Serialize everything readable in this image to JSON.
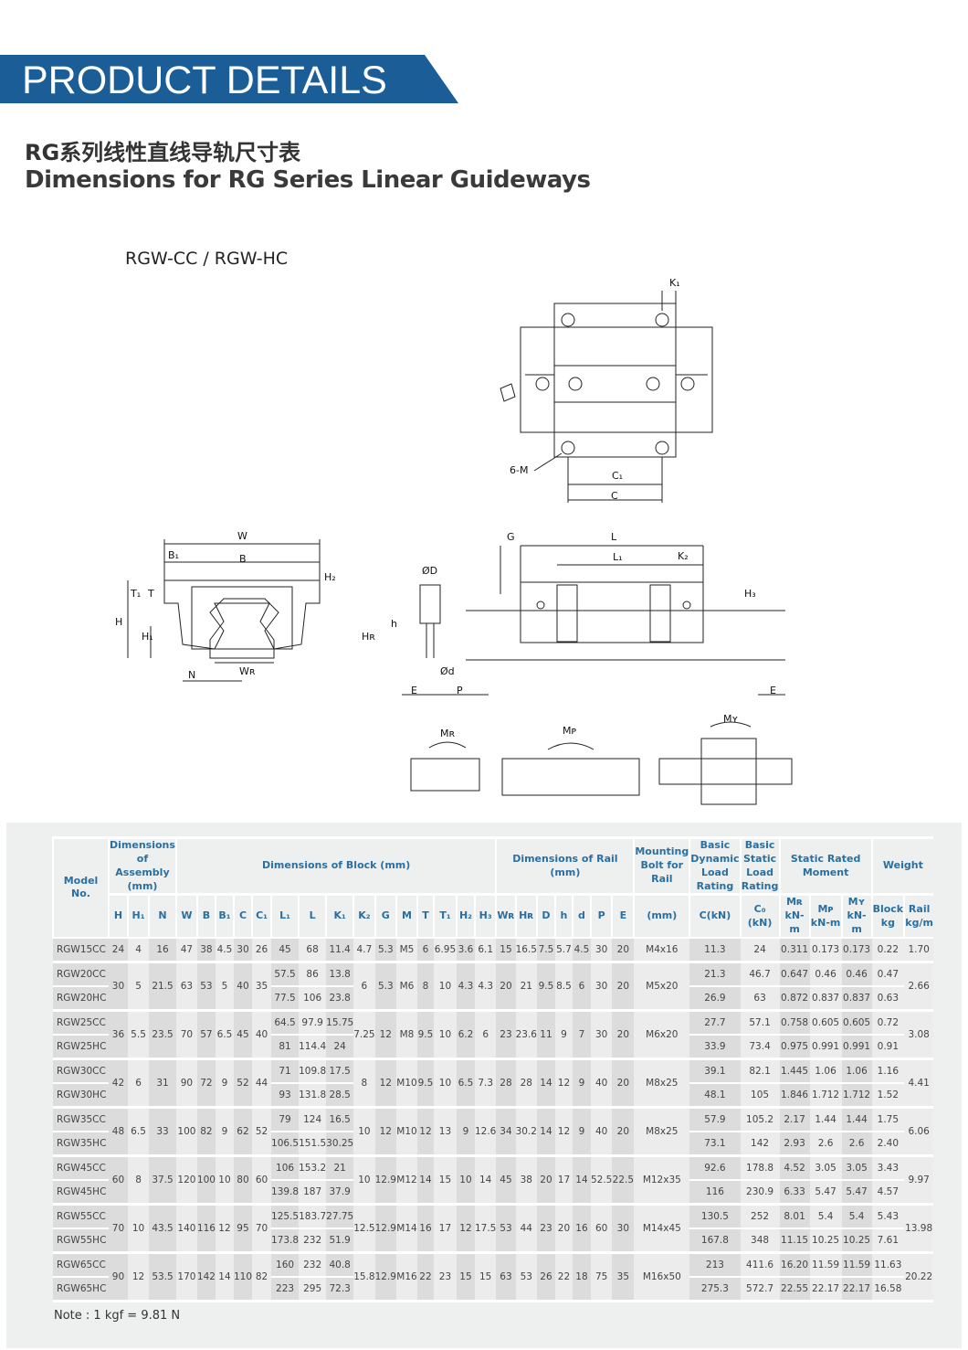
{
  "banner": {
    "title": "PRODUCT DETAILS",
    "color": "#1b5d97"
  },
  "heading": {
    "cn": "RG系列线性直线导轨尺寸表",
    "en": "Dimensions for RG Series Linear Guideways"
  },
  "model_label": "RGW-CC / RGW-HC",
  "diagram_labels": {
    "K1": "K₁",
    "six_m": "6-M",
    "C1": "C₁",
    "C": "C",
    "W": "W",
    "B1": "B₁",
    "B": "B",
    "T1": "T₁",
    "T": "T",
    "H2": "H₂",
    "H": "H",
    "H1": "H₁",
    "N": "N",
    "WR": "Wʀ",
    "OD": "ØD",
    "h": "h",
    "HR": "Hʀ",
    "Od": "Ød",
    "E": "E",
    "P": "P",
    "G": "G",
    "L": "L",
    "L1": "L₁",
    "K2": "K₂",
    "H3": "H₃",
    "MR": "Mʀ",
    "MP": "Mᴘ",
    "MY": "Mʏ"
  },
  "table": {
    "group_headers": {
      "model": "Model No.",
      "assembly": "Dimensions of Assembly (mm)",
      "block": "Dimensions of Block (mm)",
      "rail": "Dimensions of Rail (mm)",
      "bolt": "Mounting Bolt for Rail",
      "dynamic": "Basic Dynamic Load Rating",
      "static": "Basic Static Load Rating",
      "moment": "Static Rated Moment",
      "weight": "Weight"
    },
    "sub_headers": {
      "assembly": [
        "H",
        "H₁",
        "N"
      ],
      "block": [
        "W",
        "B",
        "B₁",
        "C",
        "C₁",
        "L₁",
        "L",
        "K₁",
        "K₂",
        "G",
        "M",
        "T",
        "T₁",
        "H₂",
        "H₃"
      ],
      "rail": [
        "Wʀ",
        "Hʀ",
        "D",
        "h",
        "d",
        "P",
        "E"
      ],
      "bolt": "(mm)",
      "dynamic": "C(kN)",
      "static": "C₀ (kN)",
      "moment_names": [
        "Mʀ",
        "Mᴘ",
        "Mʏ"
      ],
      "moment_units": [
        "kN-m",
        "kN-m",
        "kN-m"
      ],
      "weight_names": [
        "Block",
        "Rail"
      ],
      "weight_units": [
        "kg",
        "kg/m"
      ]
    },
    "groups": [
      {
        "shared": {
          "pre": [
            "24",
            "4",
            "16",
            "47",
            "38",
            "4.5",
            "30",
            "26"
          ],
          "mid": [
            "4.7",
            "5.3",
            "M5",
            "6",
            "6.95",
            "3.6",
            "6.1",
            "15",
            "16.5",
            "7.5",
            "5.7",
            "4.5",
            "30",
            "20",
            "M4x16"
          ],
          "rail": "1.70"
        },
        "variants": [
          {
            "model": "RGW15CC",
            "dims": [
              "45",
              "68",
              "11.4"
            ],
            "loads": [
              "11.3",
              "24",
              "0.311",
              "0.173",
              "0.173",
              "0.22"
            ]
          }
        ]
      },
      {
        "shared": {
          "pre": [
            "30",
            "5",
            "21.5",
            "63",
            "53",
            "5",
            "40",
            "35"
          ],
          "mid": [
            "6",
            "5.3",
            "M6",
            "8",
            "10",
            "4.3",
            "4.3",
            "20",
            "21",
            "9.5",
            "8.5",
            "6",
            "30",
            "20",
            "M5x20"
          ],
          "rail": "2.66"
        },
        "variants": [
          {
            "model": "RGW20CC",
            "dims": [
              "57.5",
              "86",
              "13.8"
            ],
            "loads": [
              "21.3",
              "46.7",
              "0.647",
              "0.46",
              "0.46",
              "0.47"
            ]
          },
          {
            "model": "RGW20HC",
            "dims": [
              "77.5",
              "106",
              "23.8"
            ],
            "loads": [
              "26.9",
              "63",
              "0.872",
              "0.837",
              "0.837",
              "0.63"
            ]
          }
        ]
      },
      {
        "shared": {
          "pre": [
            "36",
            "5.5",
            "23.5",
            "70",
            "57",
            "6.5",
            "45",
            "40"
          ],
          "mid": [
            "7.25",
            "12",
            "M8",
            "9.5",
            "10",
            "6.2",
            "6",
            "23",
            "23.6",
            "11",
            "9",
            "7",
            "30",
            "20",
            "M6x20"
          ],
          "rail": "3.08"
        },
        "variants": [
          {
            "model": "RGW25CC",
            "dims": [
              "64.5",
              "97.9",
              "15.75"
            ],
            "loads": [
              "27.7",
              "57.1",
              "0.758",
              "0.605",
              "0.605",
              "0.72"
            ]
          },
          {
            "model": "RGW25HC",
            "dims": [
              "81",
              "114.4",
              "24"
            ],
            "loads": [
              "33.9",
              "73.4",
              "0.975",
              "0.991",
              "0.991",
              "0.91"
            ]
          }
        ]
      },
      {
        "shared": {
          "pre": [
            "42",
            "6",
            "31",
            "90",
            "72",
            "9",
            "52",
            "44"
          ],
          "mid": [
            "8",
            "12",
            "M10",
            "9.5",
            "10",
            "6.5",
            "7.3",
            "28",
            "28",
            "14",
            "12",
            "9",
            "40",
            "20",
            "M8x25"
          ],
          "rail": "4.41"
        },
        "variants": [
          {
            "model": "RGW30CC",
            "dims": [
              "71",
              "109.8",
              "17.5"
            ],
            "loads": [
              "39.1",
              "82.1",
              "1.445",
              "1.06",
              "1.06",
              "1.16"
            ]
          },
          {
            "model": "RGW30HC",
            "dims": [
              "93",
              "131.8",
              "28.5"
            ],
            "loads": [
              "48.1",
              "105",
              "1.846",
              "1.712",
              "1.712",
              "1.52"
            ]
          }
        ]
      },
      {
        "shared": {
          "pre": [
            "48",
            "6.5",
            "33",
            "100",
            "82",
            "9",
            "62",
            "52"
          ],
          "mid": [
            "10",
            "12",
            "M10",
            "12",
            "13",
            "9",
            "12.6",
            "34",
            "30.2",
            "14",
            "12",
            "9",
            "40",
            "20",
            "M8x25"
          ],
          "rail": "6.06"
        },
        "variants": [
          {
            "model": "RGW35CC",
            "dims": [
              "79",
              "124",
              "16.5"
            ],
            "loads": [
              "57.9",
              "105.2",
              "2.17",
              "1.44",
              "1.44",
              "1.75"
            ]
          },
          {
            "model": "RGW35HC",
            "dims": [
              "106.5",
              "151.5",
              "30.25"
            ],
            "loads": [
              "73.1",
              "142",
              "2.93",
              "2.6",
              "2.6",
              "2.40"
            ]
          }
        ]
      },
      {
        "shared": {
          "pre": [
            "60",
            "8",
            "37.5",
            "120",
            "100",
            "10",
            "80",
            "60"
          ],
          "mid": [
            "10",
            "12.9",
            "M12",
            "14",
            "15",
            "10",
            "14",
            "45",
            "38",
            "20",
            "17",
            "14",
            "52.5",
            "22.5",
            "M12x35"
          ],
          "rail": "9.97"
        },
        "variants": [
          {
            "model": "RGW45CC",
            "dims": [
              "106",
              "153.2",
              "21"
            ],
            "loads": [
              "92.6",
              "178.8",
              "4.52",
              "3.05",
              "3.05",
              "3.43"
            ]
          },
          {
            "model": "RGW45HC",
            "dims": [
              "139.8",
              "187",
              "37.9"
            ],
            "loads": [
              "116",
              "230.9",
              "6.33",
              "5.47",
              "5.47",
              "4.57"
            ]
          }
        ]
      },
      {
        "shared": {
          "pre": [
            "70",
            "10",
            "43.5",
            "140",
            "116",
            "12",
            "95",
            "70"
          ],
          "mid": [
            "12.5",
            "12.9",
            "M14",
            "16",
            "17",
            "12",
            "17.5",
            "53",
            "44",
            "23",
            "20",
            "16",
            "60",
            "30",
            "M14x45"
          ],
          "rail": "13.98"
        },
        "variants": [
          {
            "model": "RGW55CC",
            "dims": [
              "125.5",
              "183.7",
              "27.75"
            ],
            "loads": [
              "130.5",
              "252",
              "8.01",
              "5.4",
              "5.4",
              "5.43"
            ]
          },
          {
            "model": "RGW55HC",
            "dims": [
              "173.8",
              "232",
              "51.9"
            ],
            "loads": [
              "167.8",
              "348",
              "11.15",
              "10.25",
              "10.25",
              "7.61"
            ]
          }
        ]
      },
      {
        "shared": {
          "pre": [
            "90",
            "12",
            "53.5",
            "170",
            "142",
            "14",
            "110",
            "82"
          ],
          "mid": [
            "15.8",
            "12.9",
            "M16",
            "22",
            "23",
            "15",
            "15",
            "63",
            "53",
            "26",
            "22",
            "18",
            "75",
            "35",
            "M16x50"
          ],
          "rail": "20.22"
        },
        "variants": [
          {
            "model": "RGW65CC",
            "dims": [
              "160",
              "232",
              "40.8"
            ],
            "loads": [
              "213",
              "411.6",
              "16.20",
              "11.59",
              "11.59",
              "11.63"
            ]
          },
          {
            "model": "RGW65HC",
            "dims": [
              "223",
              "295",
              "72.3"
            ],
            "loads": [
              "275.3",
              "572.7",
              "22.55",
              "22.17",
              "22.17",
              "16.58"
            ]
          }
        ]
      }
    ],
    "note": "Note : 1 kgf = 9.81 N"
  }
}
